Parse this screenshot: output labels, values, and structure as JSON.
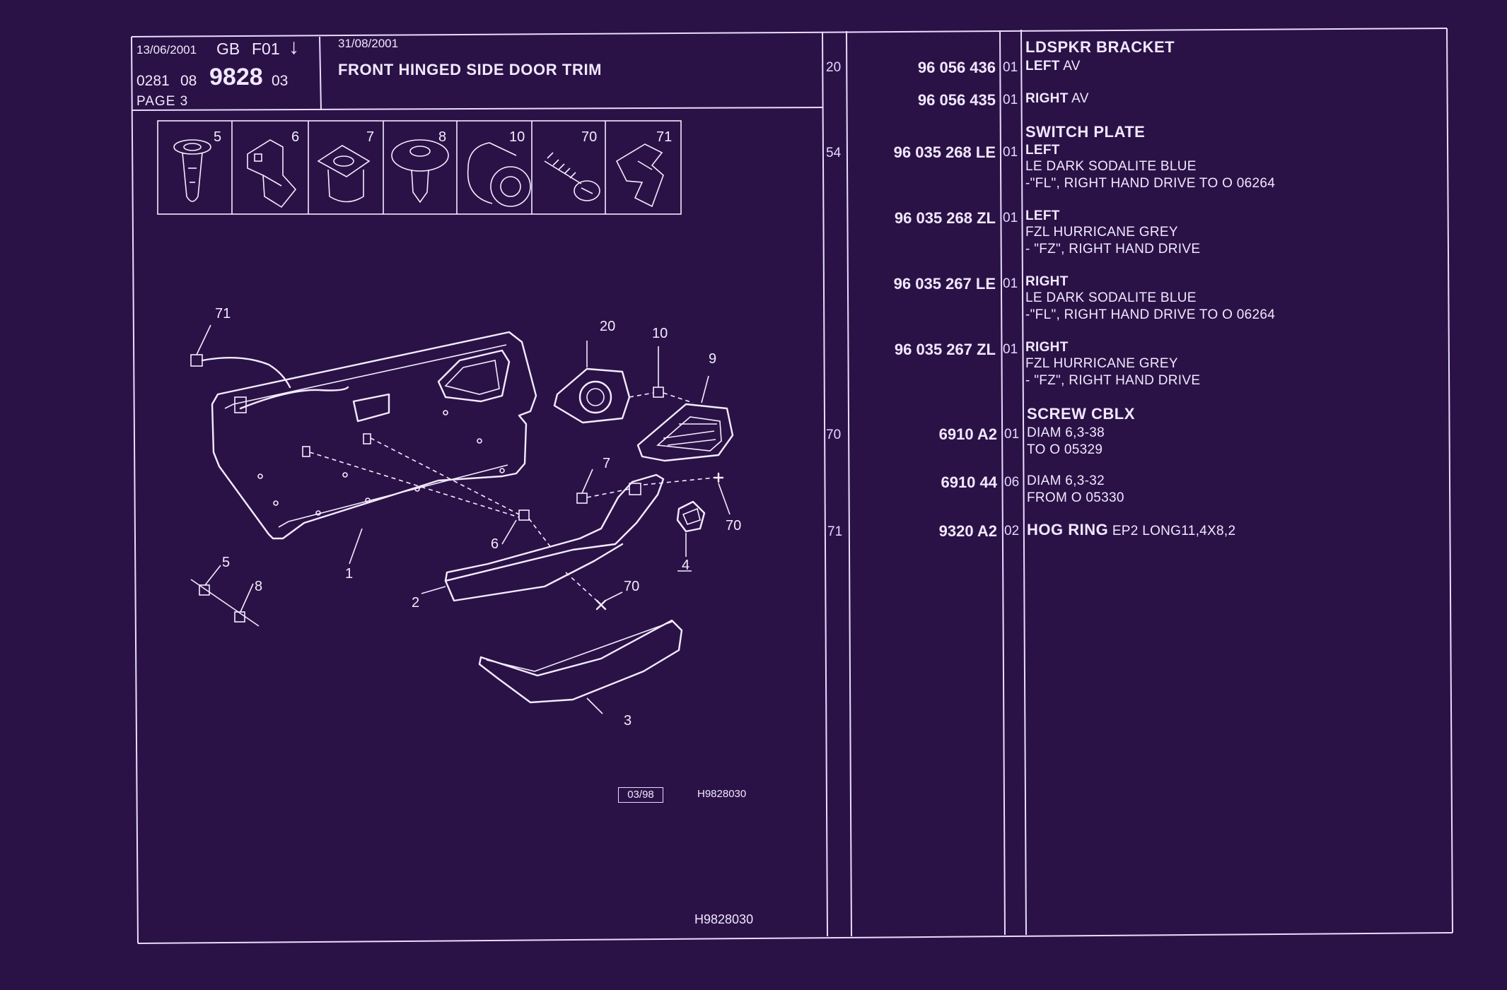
{
  "header": {
    "date_issue": "13/06/2001",
    "country": "GB",
    "code": "F01",
    "arrow": "↓",
    "ref_a": "0281",
    "ref_b": "08",
    "group": "9828",
    "ref_c": "03",
    "page": "PAGE 3",
    "date_update": "31/08/2001",
    "title": "FRONT HINGED SIDE DOOR TRIM"
  },
  "icons": [
    {
      "num": "5",
      "name": "push-clip-icon"
    },
    {
      "num": "6",
      "name": "bracket-clip-icon"
    },
    {
      "num": "7",
      "name": "nut-clip-icon"
    },
    {
      "num": "8",
      "name": "mushroom-clip-icon"
    },
    {
      "num": "10",
      "name": "grommet-icon"
    },
    {
      "num": "70",
      "name": "screw-icon"
    },
    {
      "num": "71",
      "name": "hog-ring-icon"
    }
  ],
  "diagram": {
    "callouts": [
      "71",
      "20",
      "10",
      "9",
      "7",
      "70",
      "6",
      "4",
      "1",
      "5",
      "8",
      "2",
      "70",
      "3"
    ],
    "date_box": "03/98",
    "ref_code": "H9828030",
    "footer_code": "H9828030"
  },
  "parts": [
    {
      "ref": "20",
      "pn": "96 056 436",
      "qty": "01",
      "lines": [
        {
          "t": "LDSPKR BRACKET",
          "b": true,
          "big": true
        },
        {
          "t": "LEFT",
          "b": true,
          "s": " AV"
        }
      ]
    },
    {
      "ref": "",
      "pn": "96 056 435",
      "qty": "01",
      "lines": [
        {
          "t": "RIGHT",
          "b": true,
          "s": " AV"
        }
      ]
    },
    {
      "ref": "54",
      "pn": "96 035 268 LE",
      "qty": "01",
      "lines": [
        {
          "t": "SWITCH PLATE",
          "b": true,
          "big": true
        },
        {
          "t": "LEFT",
          "b": true,
          "s": ""
        },
        {
          "t": "LE DARK SODALITE BLUE",
          "b": false,
          "s": ""
        },
        {
          "t": "-\"FL\", RIGHT HAND DRIVE TO  O  06264",
          "b": false,
          "s": ""
        }
      ]
    },
    {
      "ref": "",
      "pn": "96 035 268 ZL",
      "qty": "01",
      "lines": [
        {
          "t": "LEFT",
          "b": true,
          "s": ""
        },
        {
          "t": "FZL HURRICANE GREY",
          "b": false,
          "s": ""
        },
        {
          "t": "-    \"FZ\", RIGHT HAND DRIVE",
          "b": false,
          "s": ""
        }
      ]
    },
    {
      "ref": "",
      "pn": "96 035 267 LE",
      "qty": "01",
      "lines": [
        {
          "t": "RIGHT",
          "b": true,
          "s": ""
        },
        {
          "t": "LE DARK SODALITE BLUE",
          "b": false,
          "s": ""
        },
        {
          "t": "-\"FL\", RIGHT HAND DRIVE TO  O  06264",
          "b": false,
          "s": ""
        }
      ]
    },
    {
      "ref": "",
      "pn": "96 035 267 ZL",
      "qty": "01",
      "lines": [
        {
          "t": "RIGHT",
          "b": true,
          "s": ""
        },
        {
          "t": "FZL HURRICANE GREY",
          "b": false,
          "s": ""
        },
        {
          "t": "-    \"FZ\", RIGHT HAND DRIVE",
          "b": false,
          "s": ""
        }
      ]
    },
    {
      "ref": "70",
      "pn": "6910 A2",
      "qty": "01",
      "lines": [
        {
          "t": "SCREW CBLX",
          "b": true,
          "big": true
        },
        {
          "t": "DIAM 6,3-38",
          "b": false,
          "s": ""
        },
        {
          "t": "TO  O  05329",
          "b": false,
          "s": ""
        }
      ]
    },
    {
      "ref": "",
      "pn": "6910 44",
      "qty": "06",
      "lines": [
        {
          "t": "DIAM 6,3-32",
          "b": false,
          "s": ""
        },
        {
          "t": "FROM  O  05330",
          "b": false,
          "s": ""
        }
      ]
    },
    {
      "ref": "71",
      "pn": "9320 A2",
      "qty": "02",
      "lines": [
        {
          "t": "HOG RING",
          "b": true,
          "big": true,
          "s": " EP2 LONG11,4X8,2"
        }
      ]
    }
  ]
}
